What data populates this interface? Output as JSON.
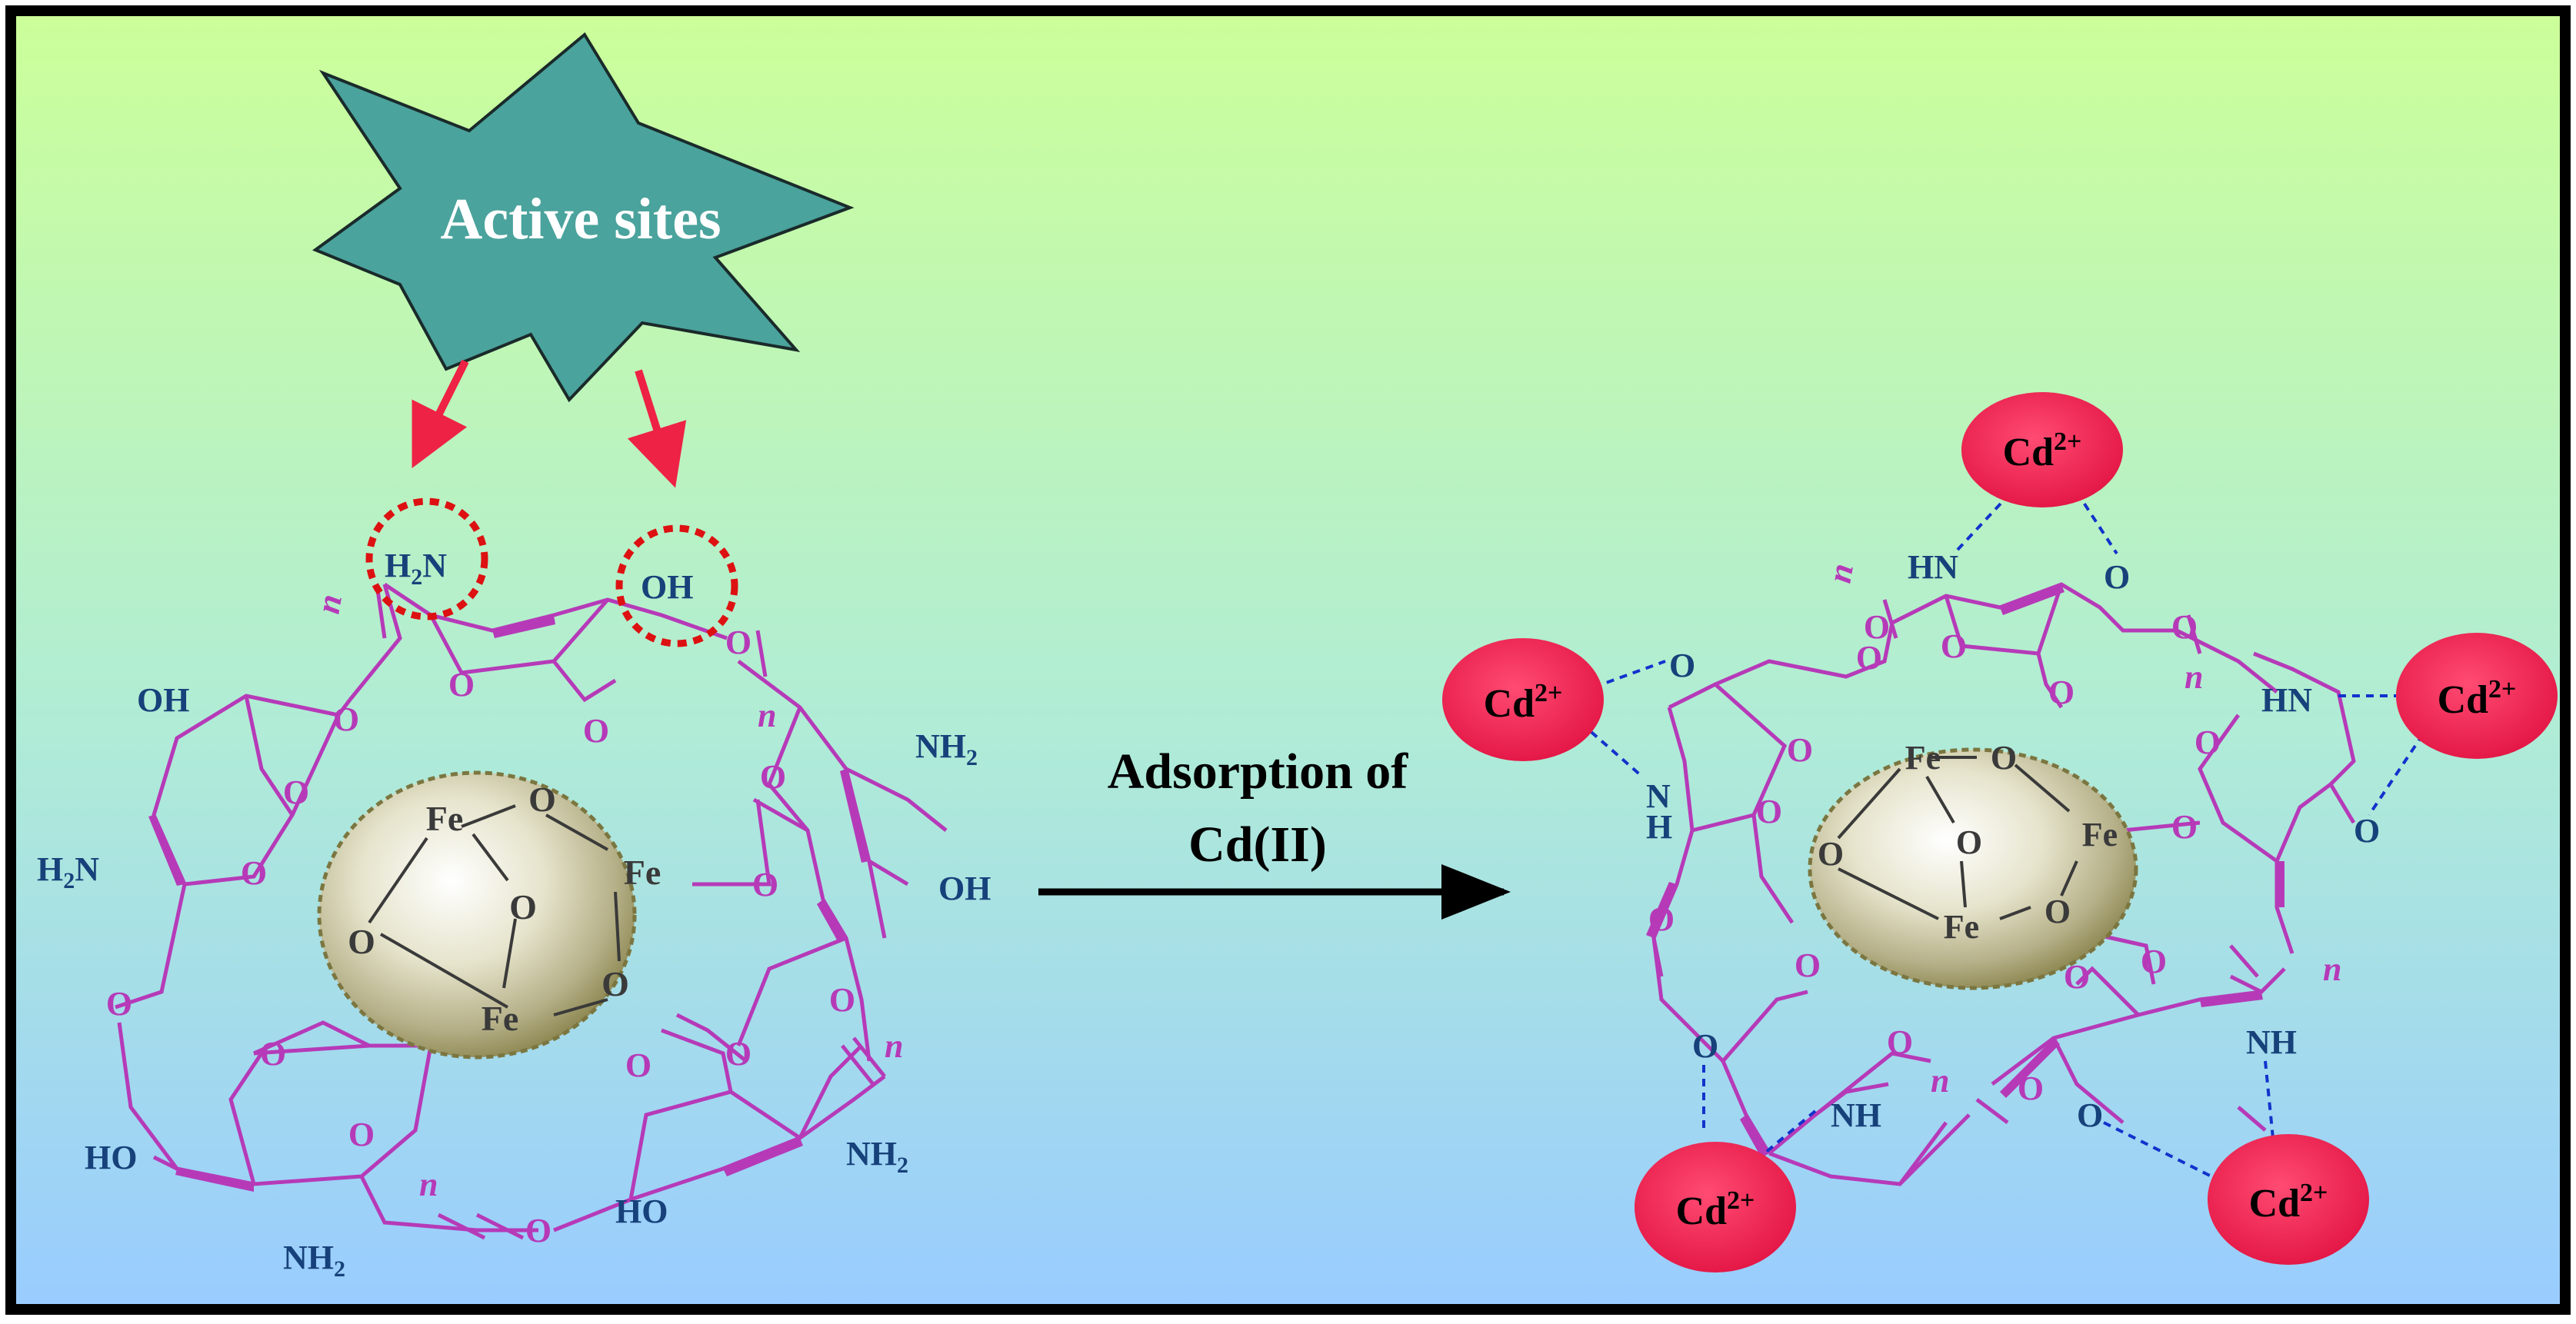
{
  "star": {
    "label": "Active sites"
  },
  "arrow": {
    "line1": "Adsorption of",
    "line2": "Cd(II)"
  },
  "left": {
    "fe_top": "Fe",
    "fe_right": "Fe",
    "fe_bottom": "Fe",
    "o_core_top": "O",
    "o_core_mid": "O",
    "o_core_left": "O",
    "o_core_right": "O",
    "h2n_top": "H",
    "h2n_top_sub": "2",
    "h2n_top_n": "N",
    "oh_top": "OH",
    "oh_left": "OH",
    "h2n_left": "H",
    "h2n_left_sub": "2",
    "h2n_left_n": "N",
    "nh2_right": "NH",
    "nh2_right_sub": "2",
    "oh_right": "OH",
    "ho_bottom_left": "HO",
    "nh2_bottom": "NH",
    "nh2_bottom_sub": "2",
    "ho_bottom_right": "HO",
    "nh2_bottom_right": "NH",
    "nh2_bottom_right_sub": "2",
    "n": "n",
    "o": "O"
  },
  "right": {
    "fe_top": "Fe",
    "fe_right": "Fe",
    "fe_bottom": "Fe",
    "o": "O",
    "hn_top": "HN",
    "hn_right": "HN",
    "nh_left_n": "N",
    "nh_left_h": "H",
    "nh_bottom": "NH",
    "nh_bottom_right": "NH",
    "n": "n",
    "cd": "Cd",
    "cd_sup": "2+"
  },
  "colors": {
    "bg_top": "#ccff99",
    "bg_bottom": "#99ccff",
    "star": "#4aa39c",
    "ring": "#b63ab8",
    "group_text": "#17417a",
    "arrow_red": "#ee2244",
    "cd": "#ee1c4a",
    "bond_dash": "#1133cc"
  }
}
